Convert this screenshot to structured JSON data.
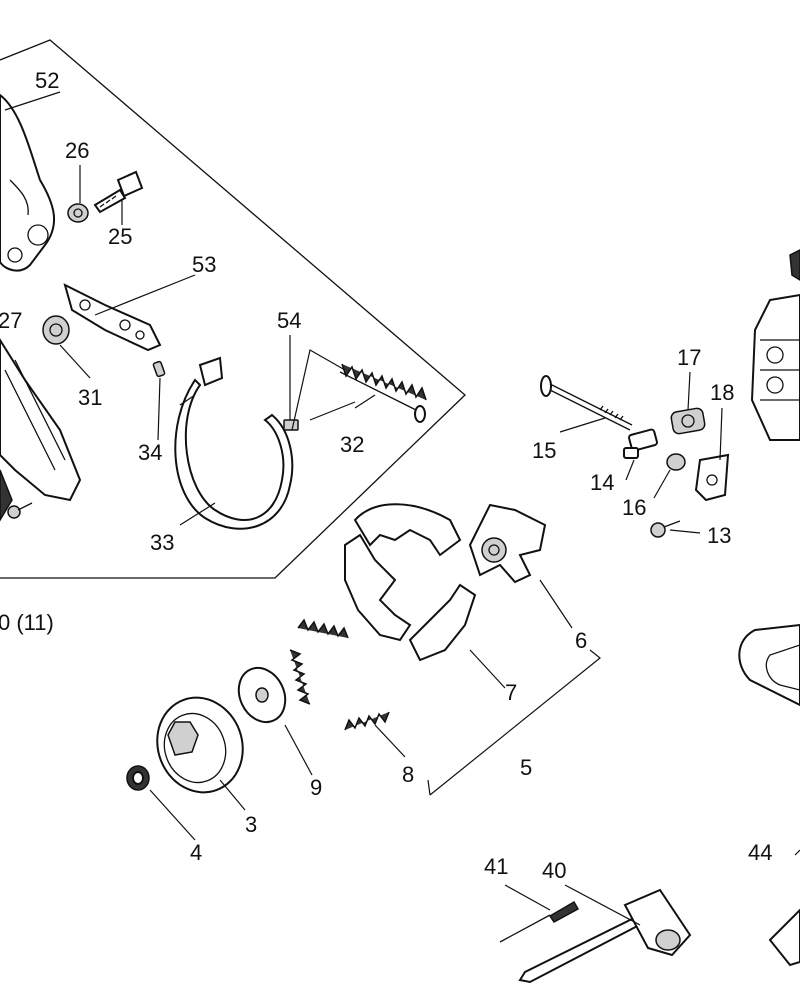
{
  "labels": {
    "l52": "52",
    "l26": "26",
    "l25": "25",
    "l53": "53",
    "l27": "27",
    "l31": "31",
    "l54": "54",
    "l34": "34",
    "l32": "32",
    "l33": "33",
    "l11": "0 (11)",
    "l17": "17",
    "l18": "18",
    "l15": "15",
    "l14": "14",
    "l16": "16",
    "l13": "13",
    "l6": "6",
    "l7": "7",
    "l5": "5",
    "l8": "8",
    "l9": "9",
    "l3": "3",
    "l4": "4",
    "l41": "41",
    "l40": "40",
    "l44": "44"
  }
}
